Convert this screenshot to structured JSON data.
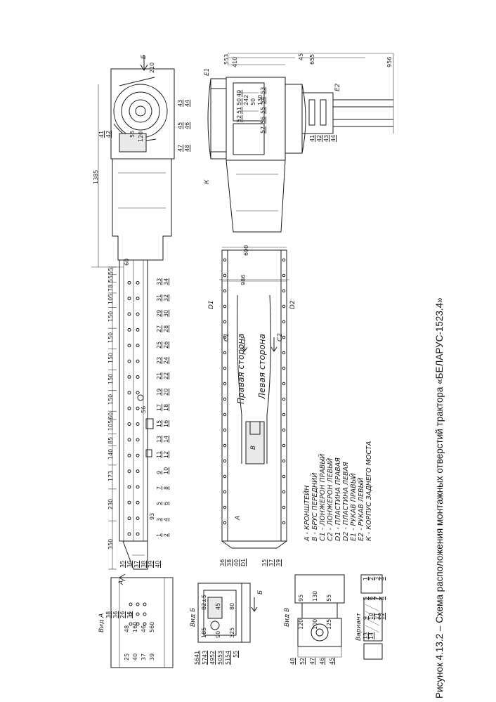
{
  "caption": "Рисунок 4.13.2 – Схема расположения монтажных отверстий трактора «БЕЛАРУС-1523.4»",
  "legend": [
    "А - КРОНШТЕЙН",
    "В - БРУС ПЕРЕДНИЙ",
    "С1 - ЛОНЖЕРОН ПРАВЫЙ",
    "С2 - ЛОНЖЕРОН ЛЕВЫЙ",
    "D1 - ПЛАСТИНА ПРАВАЯ",
    "D2 - ПЛАСТИНА ЛЕВАЯ",
    "Е1 - РУКАВ ПРАВЫЙ",
    "Е2 - РУКАВ ЛЕВЫЙ",
    "К - КОРПУС ЗАДНЕГО МОСТА"
  ],
  "side_labels": {
    "right": "Правая сторона",
    "left": "Левая сторона"
  },
  "view_titles": {
    "a": "Вид А",
    "b": "Вид Б",
    "v": "Вид В"
  },
  "view_arrows": {
    "a": "А",
    "b": "Б",
    "v": "В"
  },
  "part_letters": {
    "a": "А",
    "b": "В",
    "c1": "С1",
    "c2": "С2",
    "d1": "D1",
    "d2": "D2",
    "e1": "Е1",
    "e2": "Е2",
    "k": "К"
  },
  "side_view_spacings": [
    "350",
    "230",
    "173",
    "140",
    "85",
    "105",
    "60",
    "150",
    "150",
    "150",
    "150",
    "150",
    "105",
    "78",
    "55",
    "55"
  ],
  "side_view_overall": "1385",
  "side_view_top_dims": [
    "210",
    "60"
  ],
  "side_view_marks": [
    "56",
    "93"
  ],
  "side_view_hole_pairs": [
    [
      "1",
      "2"
    ],
    [
      "3",
      "4"
    ],
    [
      "5",
      "6"
    ],
    [
      "7",
      "8"
    ],
    [
      "9",
      "10"
    ],
    [
      "11",
      "12"
    ],
    [
      "13",
      "14"
    ],
    [
      "15",
      "16"
    ],
    [
      "17",
      "18"
    ],
    [
      "19",
      "20"
    ],
    [
      "21",
      "22"
    ],
    [
      "23",
      "24"
    ],
    [
      "25",
      "26"
    ],
    [
      "27",
      "28"
    ],
    [
      "29",
      "30"
    ],
    [
      "31",
      "32"
    ],
    [
      "33",
      "34"
    ]
  ],
  "side_view_rear_group": [
    "35",
    "36",
    "37",
    "38",
    "39",
    "40"
  ],
  "side_view_top_group_left": [
    "41",
    "42"
  ],
  "side_view_top_group_right": [
    "43",
    "44",
    "45",
    "46",
    "47",
    "48"
  ],
  "side_view_top_dims_center": [
    "55",
    "120"
  ],
  "plan_view_top_dims": [
    "553",
    "410",
    "45",
    "655",
    "956"
  ],
  "plan_view_mid_dims": [
    "690",
    "986"
  ],
  "plan_view_hub_group_left": [
    "49",
    "50",
    "51",
    "52"
  ],
  "plan_view_hub_group_right": [
    "53",
    "54",
    "55",
    "56",
    "57"
  ],
  "plan_view_hub_dims": [
    "242",
    "50",
    "130"
  ],
  "plan_view_e2_group": [
    "41",
    "42",
    "43",
    "44"
  ],
  "plan_view_front_group_left": [
    "36",
    "38",
    "40",
    "D1"
  ],
  "plan_view_front_group_right": [
    "35",
    "37",
    "39"
  ],
  "view_a_dims": [
    "48",
    "160",
    "46",
    "560",
    "25",
    "40",
    "37",
    "39"
  ],
  "view_a_nums": [
    "38",
    "36",
    "26",
    "35"
  ],
  "view_b_dims": [
    "82±5",
    "45",
    "80",
    "185",
    "90",
    "325"
  ],
  "view_b_nums": [
    "41",
    "43",
    "52",
    "53",
    "54",
    "55",
    "56",
    "57",
    "49",
    "50",
    "51"
  ],
  "view_v_dims": [
    "95",
    "130",
    "55",
    "120",
    "100",
    "125"
  ],
  "view_v_nums": [
    "48",
    "52",
    "47",
    "46",
    "45"
  ],
  "detail_label": "Вариант",
  "detail_nums": [
    "1",
    "2",
    "3",
    "4",
    "5",
    "6",
    "7",
    "8",
    "9",
    "10",
    "11",
    "12",
    "13",
    "14"
  ],
  "colors": {
    "line": "#1a1a1a",
    "background": "#ffffff"
  }
}
